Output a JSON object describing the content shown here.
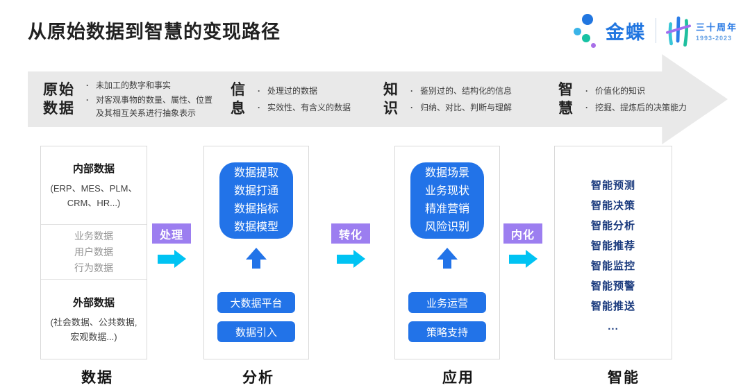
{
  "page": {
    "title": "从原始数据到智慧的变现路径"
  },
  "logo": {
    "brand": "金蝶",
    "anniversary": "三十周年",
    "years": "1993-2023"
  },
  "banner": {
    "stages": [
      {
        "lines": [
          "原始",
          "数据"
        ],
        "bullets": [
          "未加工的数字和事实",
          "对客观事物的数量、属性、位置及其相互关系进行抽象表示"
        ]
      },
      {
        "lines": [
          "信",
          "息"
        ],
        "bullets": [
          "处理过的数据",
          "实效性、有含义的数据"
        ]
      },
      {
        "lines": [
          "知",
          "识"
        ],
        "bullets": [
          "鉴别过的、结构化的信息",
          "归纳、对比、判断与理解"
        ]
      },
      {
        "lines": [
          "智",
          "慧"
        ],
        "bullets": [
          "价值化的知识",
          "挖掘、提炼后的决策能力"
        ]
      }
    ]
  },
  "flow": {
    "connectors": [
      "处理",
      "转化",
      "内化"
    ],
    "columns": {
      "data": {
        "internal_title": "内部数据",
        "internal_sub": [
          "(ERP、MES、PLM、",
          "CRM、HR...)"
        ],
        "middle_items": [
          "业务数据",
          "用户数据",
          "行为数据"
        ],
        "external_title": "外部数据",
        "external_sub": [
          "(社会数据、公共数据,",
          "宏观数据...)"
        ]
      },
      "analysis": {
        "core": [
          "数据提取",
          "数据打通",
          "数据指标",
          "数据模型"
        ],
        "buttons": [
          "大数据平台",
          "数据引入"
        ]
      },
      "application": {
        "core": [
          "数据场景",
          "业务现状",
          "精准营销",
          "风险识别"
        ],
        "buttons": [
          "业务运营",
          "策略支持"
        ]
      },
      "intelligence": {
        "items": [
          "智能预测",
          "智能决策",
          "智能分析",
          "智能推荐",
          "智能监控",
          "智能预警",
          "智能推送",
          "..."
        ]
      }
    },
    "footer_labels": [
      "数据",
      "分析",
      "应用",
      "智能"
    ]
  },
  "colors": {
    "accent_blue": "#2273e8",
    "cyan_arrow": "#00c3f3",
    "purple_badge": "#9c7ef0",
    "navy_text": "#1a3a7d",
    "banner_gray": "#e9e9e9",
    "brand_blue": "#2176e0"
  }
}
